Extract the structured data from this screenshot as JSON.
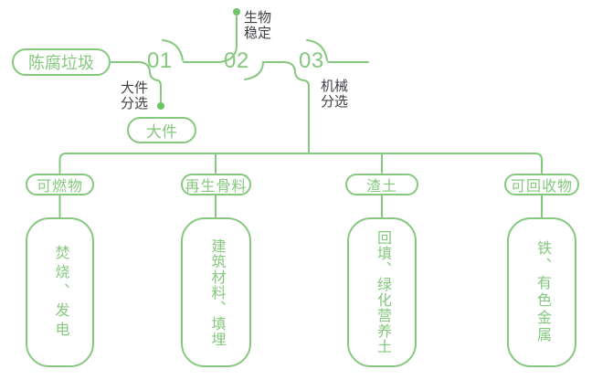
{
  "flow": {
    "source": "陈腐垃圾",
    "steps": [
      {
        "number": "01",
        "process_line1": "大件",
        "process_line2": "分选",
        "output": "大件"
      },
      {
        "number": "02",
        "process_line1": "生物",
        "process_line2": "稳定"
      },
      {
        "number": "03",
        "process_line1": "机械",
        "process_line2": "分选"
      }
    ],
    "outputs": [
      {
        "category": "可燃物",
        "use": "焚烧、发电"
      },
      {
        "category": "再生骨料",
        "use": "建筑材料、填埋"
      },
      {
        "category": "渣土",
        "use": "回填、绿化营养土"
      },
      {
        "category": "可回收物",
        "use": "铁、有色金属"
      }
    ],
    "colors": {
      "line_green": "#85c87e",
      "dot_green": "#6fc266",
      "label_dark": "#3e4146"
    }
  }
}
